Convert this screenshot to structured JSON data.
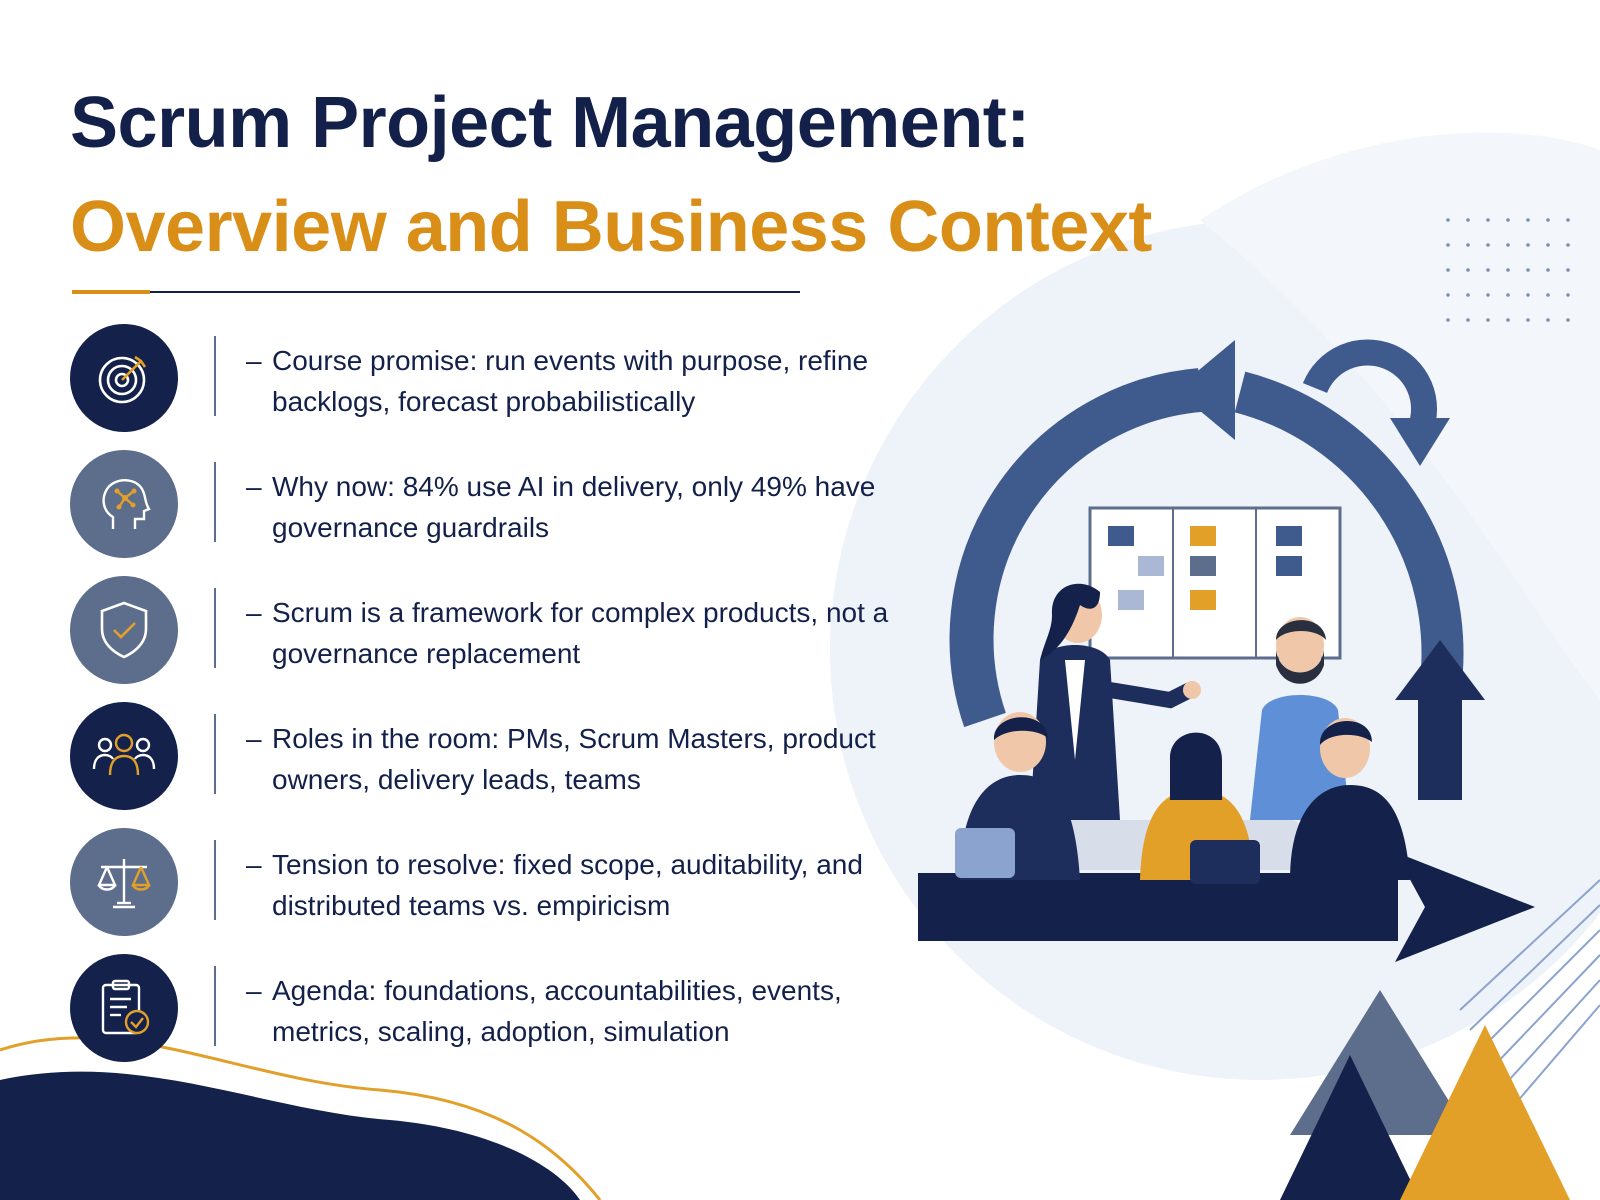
{
  "title": {
    "line1": "Scrum Project Management:",
    "line2": "Overview and Business Context"
  },
  "colors": {
    "navy": "#13204a",
    "gold": "#d98e18",
    "slate": "#5d6d8c",
    "steel_blue": "#3d5a8c",
    "light_bg": "#eef2f9"
  },
  "items": [
    {
      "icon": "target-icon",
      "dash": "–",
      "text": "Course promise: run events with purpose, refine backlogs, forecast probabilistically"
    },
    {
      "icon": "head-network-icon",
      "dash": "–",
      "text": "Why now: 84% use AI in delivery, only 49% have governance guardrails"
    },
    {
      "icon": "shield-check-icon",
      "dash": "–",
      "text": "Scrum is a framework for complex products, not a governance replacement"
    },
    {
      "icon": "team-icon",
      "dash": "–",
      "text": "Roles in the room: PMs, Scrum Masters, product owners, delivery leads, teams"
    },
    {
      "icon": "scales-icon",
      "dash": "–",
      "text": "Tension to resolve: fixed scope, auditability, and distributed teams vs. empiricism"
    },
    {
      "icon": "clipboard-check-icon",
      "dash": "–",
      "text": "Agenda: foundations, accountabilities, events, metrics, scaling, adoption, simulation"
    }
  ],
  "illustration": {
    "subject": "team-meeting-scrum-cycle",
    "board_columns": 3
  }
}
